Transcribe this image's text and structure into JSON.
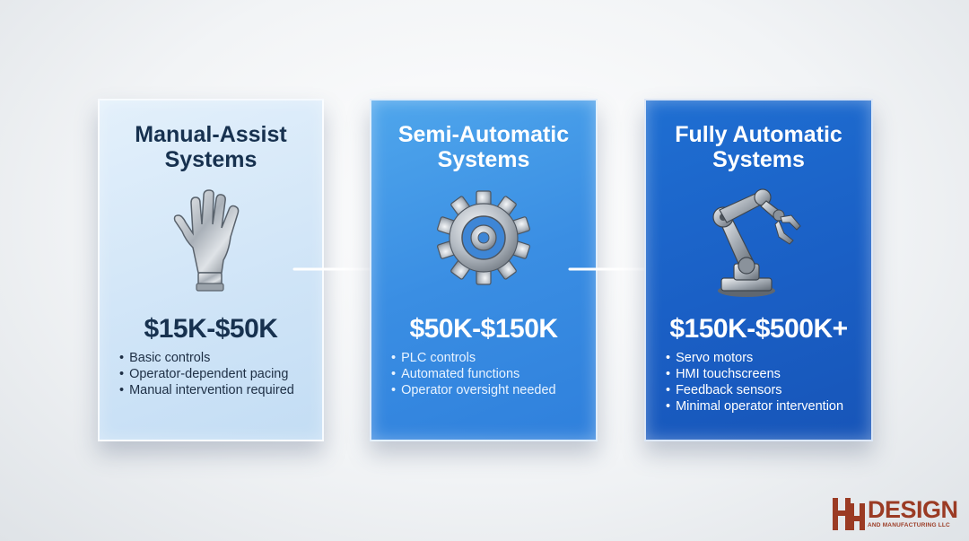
{
  "cards": [
    {
      "title_line1": "Manual-Assist",
      "title_line2": "Systems",
      "icon": "hand-icon",
      "price": "$15K-$50K",
      "bullets": [
        "Basic controls",
        "Operator-dependent pacing",
        "Manual intervention required"
      ]
    },
    {
      "title_line1": "Semi-Automatic",
      "title_line2": "Systems",
      "icon": "gear-icon",
      "price": "$50K-$150K",
      "bullets": [
        "PLC controls",
        "Automated functions",
        "Operator oversight needed"
      ]
    },
    {
      "title_line1": "Fully Automatic",
      "title_line2": "Systems",
      "icon": "robot-arm-icon",
      "price": "$150K-$500K+",
      "bullets": [
        "Servo motors",
        "HMI touchscreens",
        "Feedback sensors",
        "Minimal operator intervention"
      ]
    }
  ],
  "logo": {
    "word": "DESIGN",
    "tagline": "AND MANUFACTURING LLC",
    "monogram": "HH",
    "color": "#9b3b24"
  },
  "colors": {
    "card1": "#cfe4f7",
    "card2": "#3a8ee3",
    "card3": "#1a5fc5",
    "dark_text": "#17314f"
  }
}
